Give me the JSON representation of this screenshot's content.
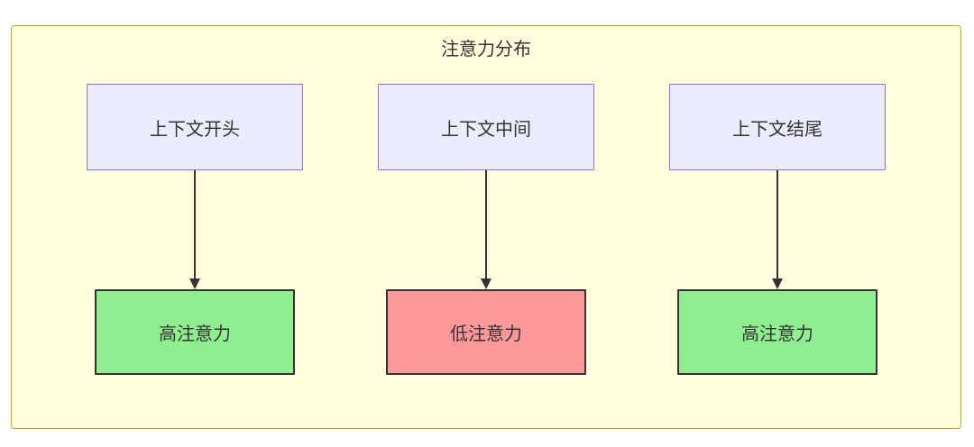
{
  "diagram": {
    "title": "注意力分布",
    "columns": [
      {
        "top_label": "上下文开头",
        "bottom_label": "高注意力",
        "bottom_color": "#90ee90"
      },
      {
        "top_label": "上下文中间",
        "bottom_label": "低注意力",
        "bottom_color": "#ff9999"
      },
      {
        "top_label": "上下文结尾",
        "bottom_label": "高注意力",
        "bottom_color": "#90ee90"
      }
    ],
    "colors": {
      "container_background": "#ffffde",
      "container_border": "#aaaa33",
      "top_node_background": "#ececff",
      "top_node_border": "#9370db",
      "bottom_node_border": "#333333",
      "high_attention_fill": "#90ee90",
      "low_attention_fill": "#ff9999",
      "arrow": "#333333",
      "text": "#333333"
    }
  }
}
